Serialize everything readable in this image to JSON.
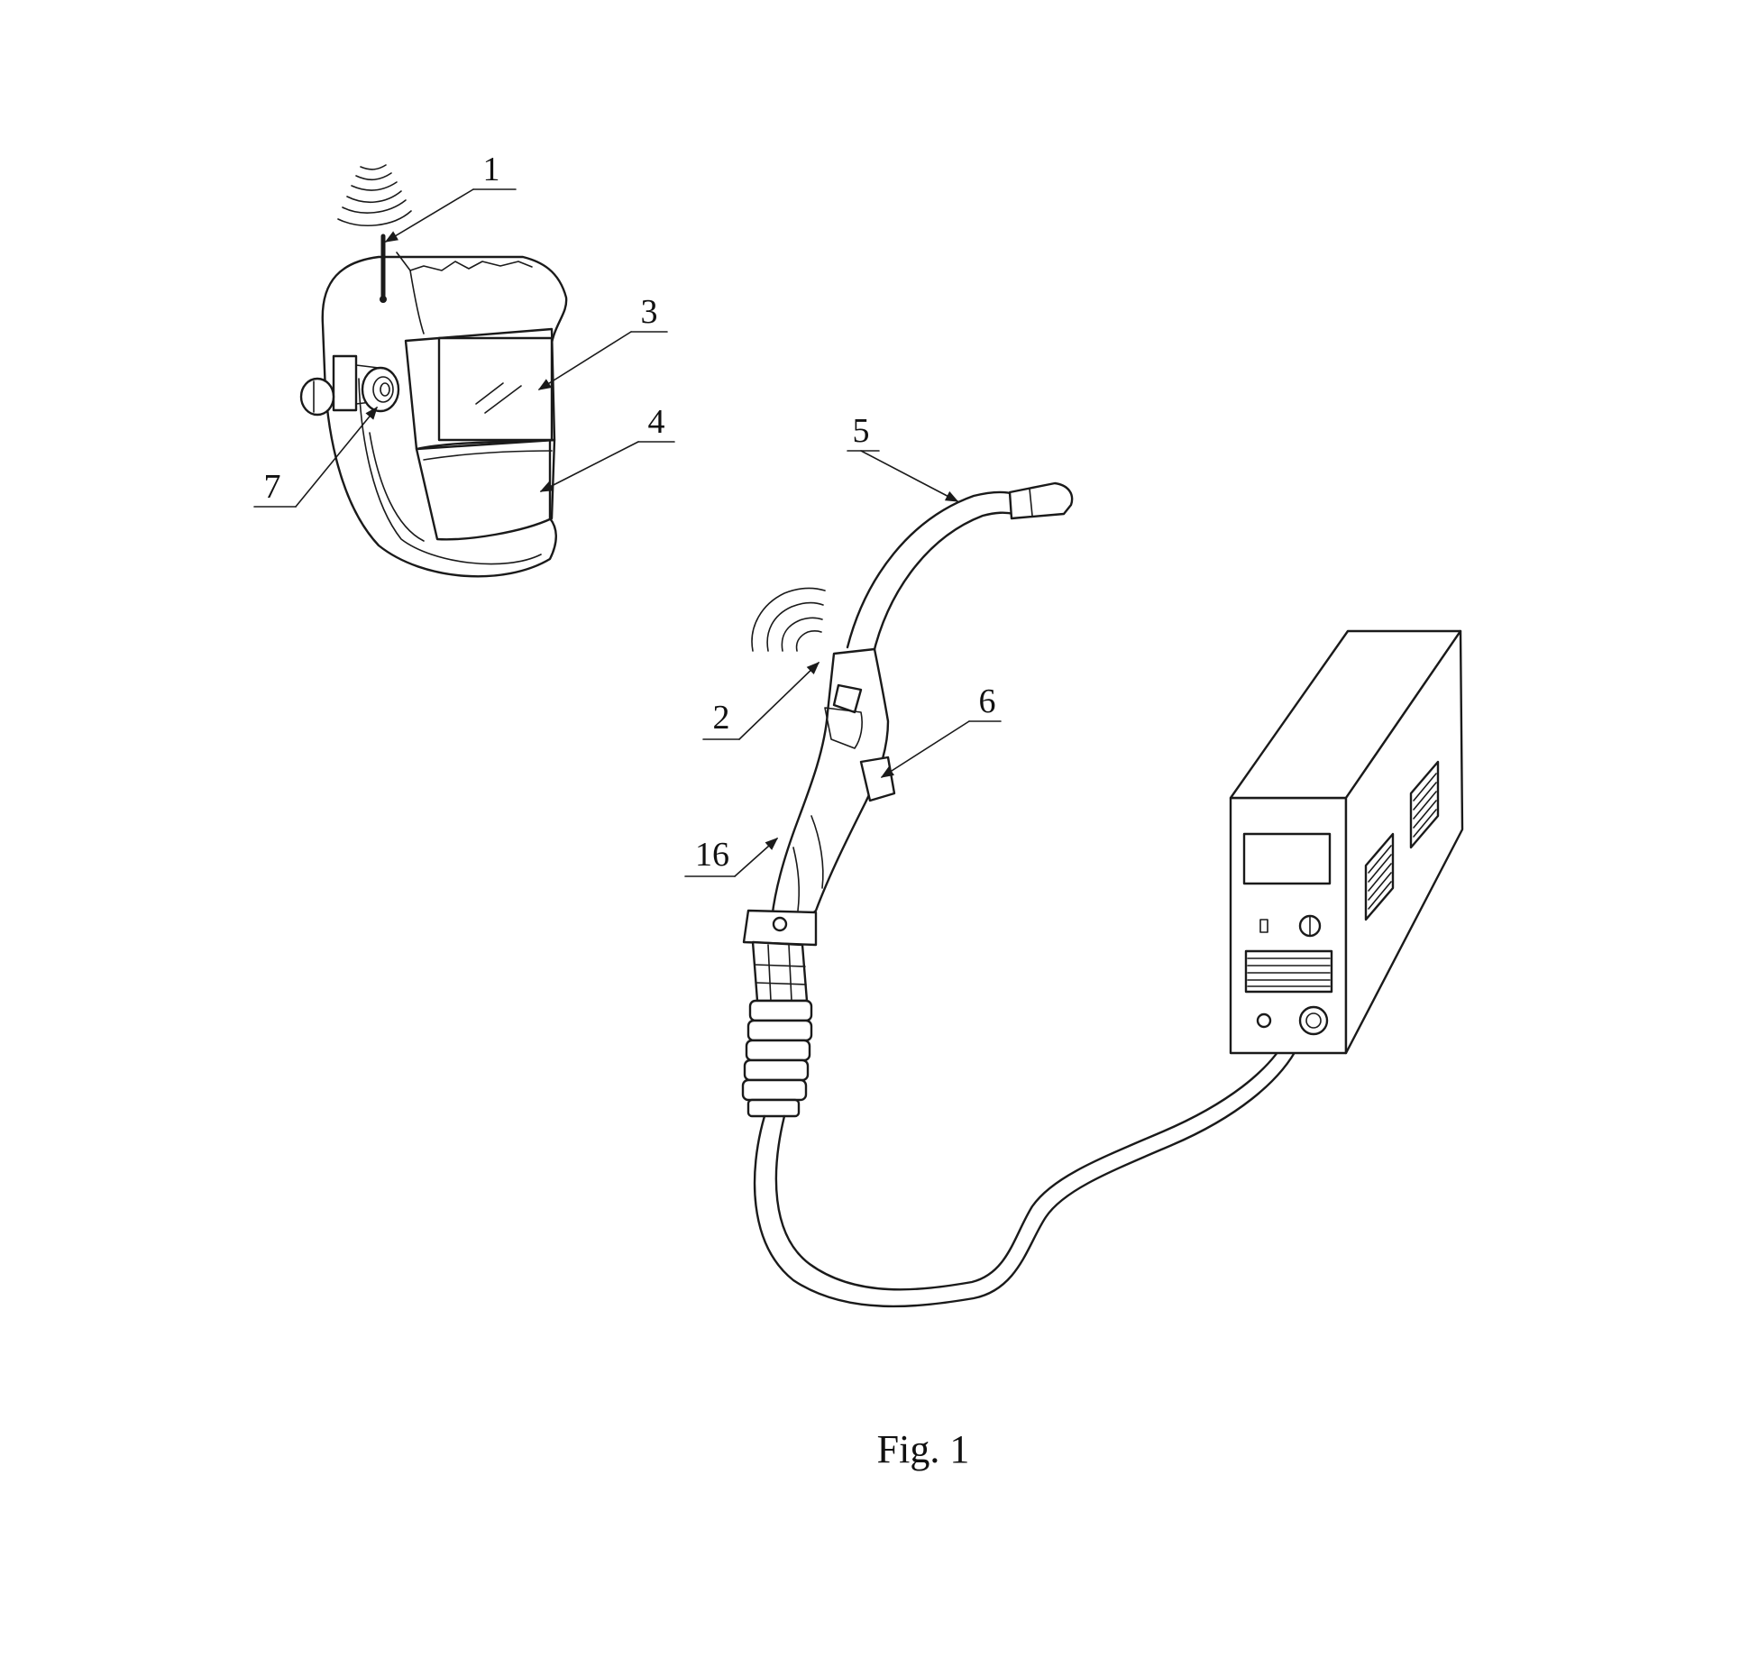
{
  "figure": {
    "caption": "Fig. 1",
    "reference_numerals": {
      "antenna_helmet": "1",
      "transmitter_torch": "2",
      "filter_lens": "3",
      "helmet_shell": "4",
      "torch_neck": "5",
      "trigger": "6",
      "knob": "7",
      "handle": "16"
    }
  }
}
